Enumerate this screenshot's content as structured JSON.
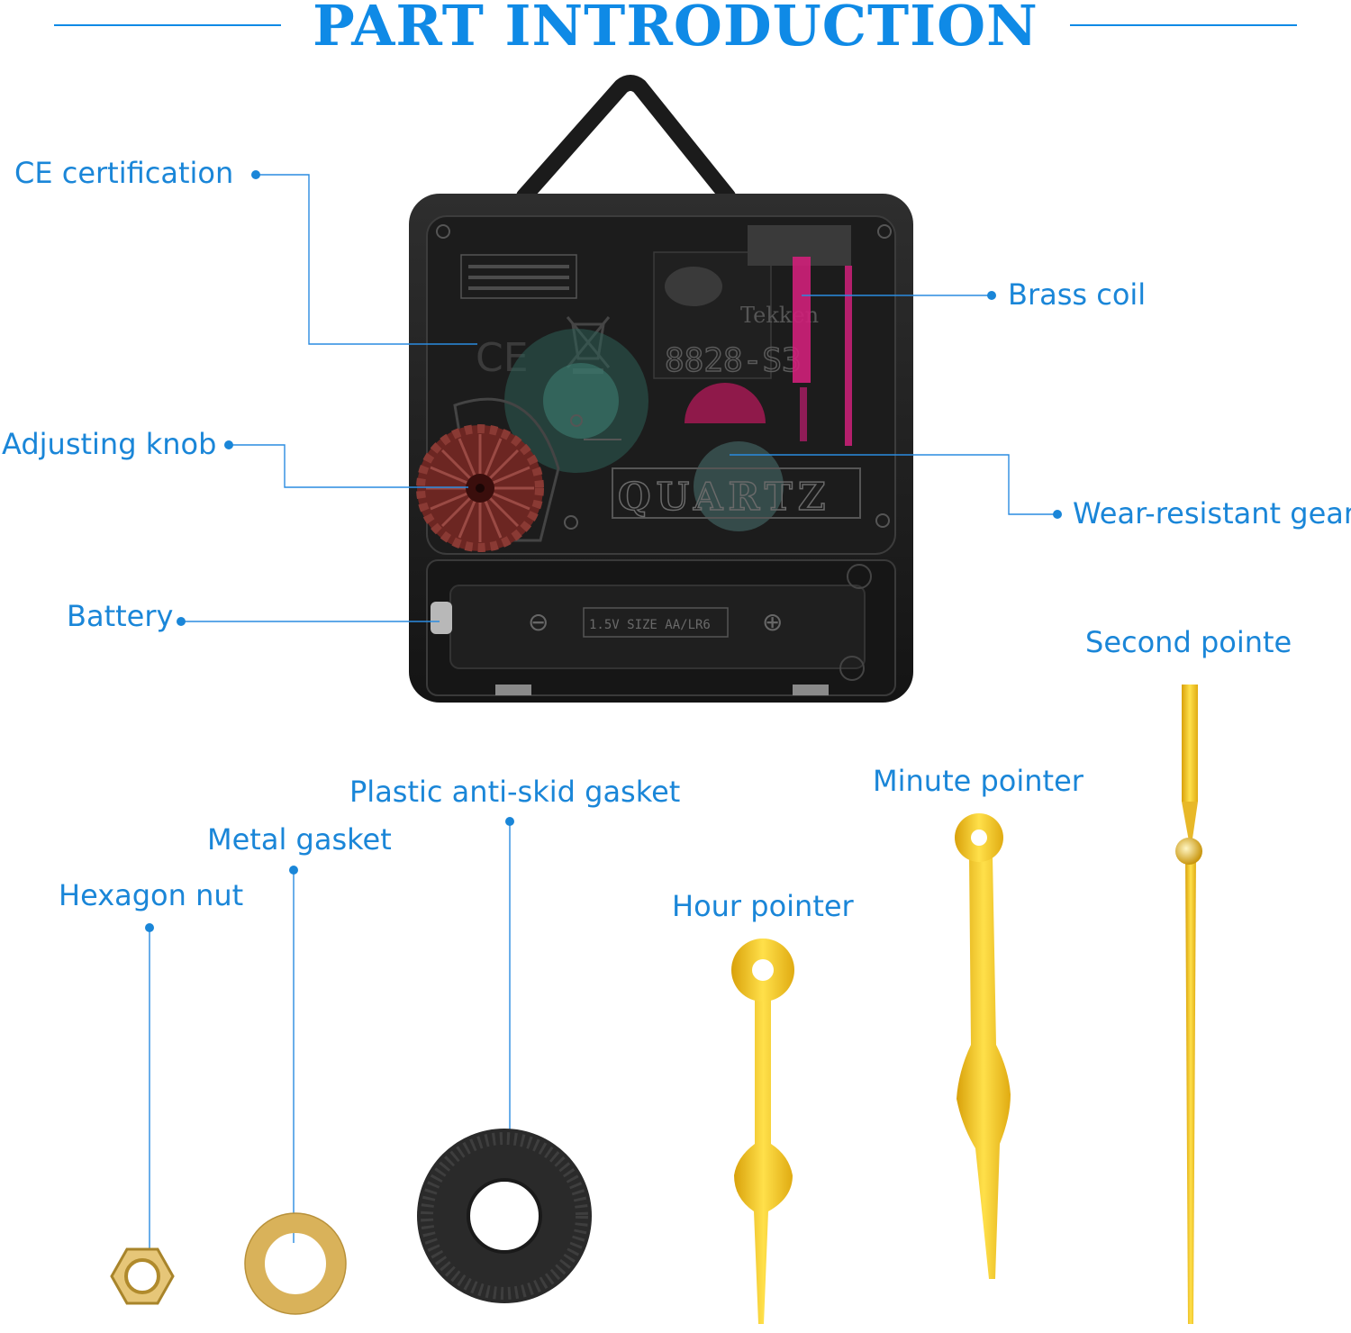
{
  "title": "PART INTRODUCTION",
  "colors": {
    "accent": "#0f8ae6",
    "label_text": "#1a86d8",
    "hand_gold": "#f2c31c",
    "movement_body": "#1e1e1e",
    "knob": "#7a2b26",
    "coil": "#d0207a"
  },
  "labels": {
    "ce_certification": "CE certification",
    "brass_coil": "Brass coil",
    "adjusting_knob": "Adjusting knob",
    "wear_resistant_gear": "Wear-resistant gear",
    "battery": "Battery",
    "second_pointe": "Second pointe",
    "plastic_anti_skid_gasket": "Plastic anti-skid gasket",
    "minute_pointer": "Minute pointer",
    "metal_gasket": "Metal gasket",
    "hexagon_nut": "Hexagon nut",
    "hour_pointer": "Hour pointer"
  },
  "movement": {
    "brand": "Tekken",
    "model": "8828-S3",
    "mark": "CE",
    "embossed_word": "QUARTZ",
    "battery_spec": "1.5V SIZE AA/LR6",
    "minus_sign": "⊖",
    "plus_sign": "⊕"
  }
}
